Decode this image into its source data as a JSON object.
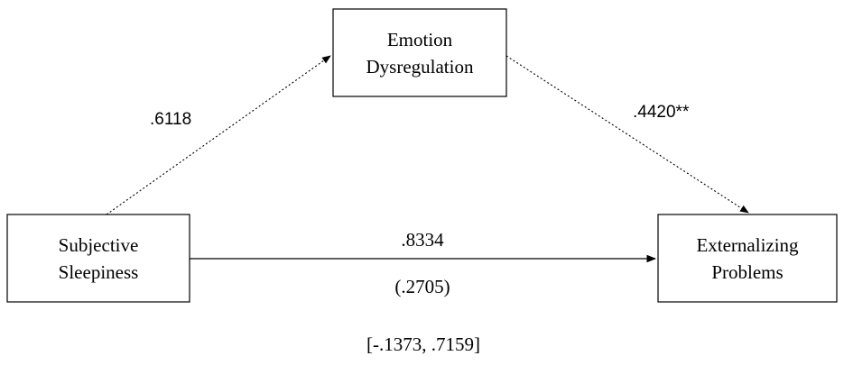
{
  "nodes": {
    "mediator": {
      "line1": "Emotion",
      "line2": "Dysregulation"
    },
    "predictor": {
      "line1": "Subjective",
      "line2": "Sleepiness"
    },
    "outcome": {
      "line1": "Externalizing",
      "line2": "Problems"
    }
  },
  "paths": {
    "a_coefficient": ".6118",
    "b_coefficient": ".4420**",
    "c_coefficient": ".8334",
    "c_se": "(.2705)"
  },
  "confidence_interval": "[-.1373, .7159]",
  "colors": {
    "stroke": "#000000",
    "background": "#ffffff"
  }
}
